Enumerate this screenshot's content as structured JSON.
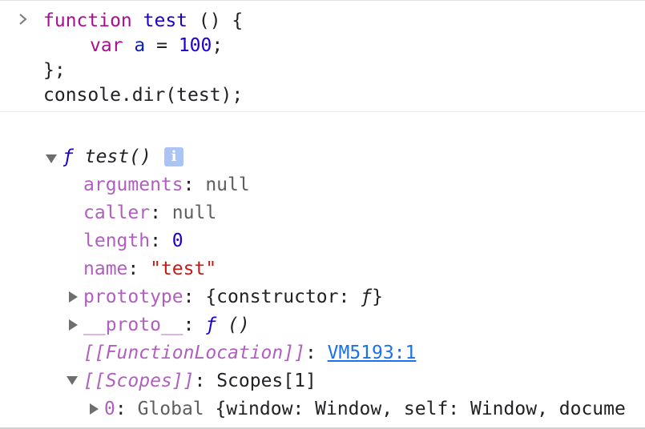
{
  "input": {
    "line1": {
      "kw": "function",
      "name": "test",
      "rest": " () {"
    },
    "line2": {
      "kw": "var",
      "var": "a",
      "eq": " = ",
      "num": "100",
      "end": ";"
    },
    "line3": "};",
    "line4": "console.dir(test);"
  },
  "output": {
    "header": {
      "f": "ƒ",
      "sig": "test()",
      "info": "i"
    },
    "props": [
      {
        "key": "arguments",
        "sep": ": ",
        "value": "null"
      },
      {
        "key": "caller",
        "sep": ": ",
        "value": "null"
      },
      {
        "key": "length",
        "sep": ": ",
        "value": "0"
      },
      {
        "key": "name",
        "sep": ": ",
        "value": "\"test\""
      }
    ],
    "prototype": {
      "key": "prototype",
      "sep": ": ",
      "value": "{constructor: ",
      "f": "ƒ",
      "close": "}"
    },
    "proto": {
      "key": "__proto__",
      "sep": ": ",
      "f": "ƒ",
      "value": " ()"
    },
    "location": {
      "key": "[[FunctionLocation]]",
      "sep": ": ",
      "link": "VM5193:1"
    },
    "scopes": {
      "key": "[[Scopes]]",
      "sep": ": ",
      "value": "Scopes[1]"
    },
    "scope0": {
      "key": "0",
      "sep": ": ",
      "label": "Global ",
      "value": "{window: Window, self: Window, docume"
    }
  }
}
